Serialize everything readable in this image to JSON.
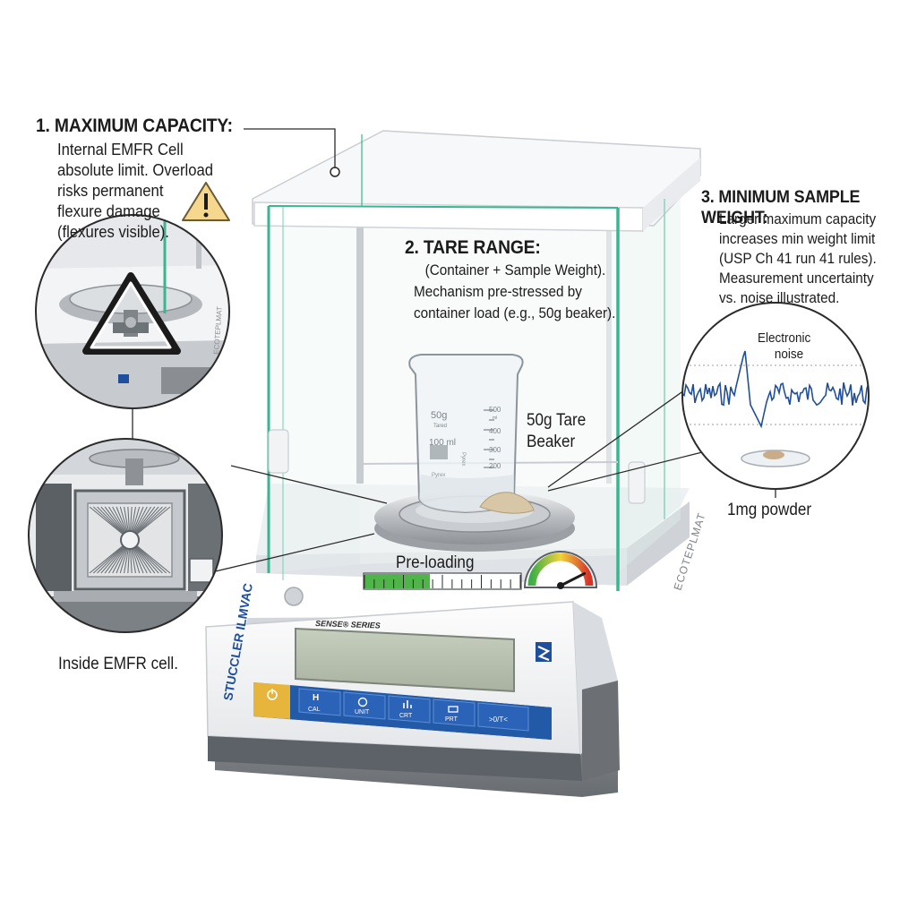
{
  "callouts": {
    "max_capacity": {
      "heading": "1. MAXIMUM CAPACITY:",
      "lines": [
        "Internal EMFR Cell",
        "absolute limit. Overload",
        "risks permanent",
        "flexure damage",
        "(flexures visible)."
      ]
    },
    "tare_range": {
      "heading": "2. TARE RANGE:",
      "lines": [
        "(Container + Sample Weight).",
        "Mechanism pre-stressed by",
        "container load (e.g., 50g beaker)."
      ]
    },
    "min_sample": {
      "heading": "3. MINIMUM SAMPLE WEIGHT:",
      "lines": [
        "Larger maximum capacity",
        "increases min weight limit",
        "(USP Ch 41 run 41 rules).",
        "Measurement uncertainty",
        "vs. noise illustrated."
      ]
    }
  },
  "labels": {
    "inside_cell": "Inside EMFR cell.",
    "tare_beaker": [
      "50g Tare",
      "Beaker"
    ],
    "preloading": "Pre-loading",
    "electronic_noise": [
      "Electronic",
      "noise"
    ],
    "powder": "1mg powder"
  },
  "beaker": {
    "brand_top": "50g",
    "brand_sub": "Tared",
    "volume": "100 ml",
    "graduations": [
      "500",
      "400",
      "300",
      "200"
    ],
    "side_text": "Pyrex",
    "unit": "ml"
  },
  "balance": {
    "brand_vertical": "STUCCLER ILMVAC",
    "series": "SENSE® SERIES",
    "side_serial": "ECOTEPLMAT",
    "buttons": [
      "CAL",
      "UNIT",
      "CRT",
      "PRT",
      ">0/T<"
    ]
  },
  "colors": {
    "glass_edge": "#39b58f",
    "panel_blue": "#1f4f9c",
    "power_yellow": "#e8b53c",
    "lcd": "#b9c2b0",
    "warning_yellow": "#f5d88d"
  },
  "preload_bar": {
    "filled_fraction": 0.42
  },
  "gauge": {
    "needle_fraction": 0.85
  }
}
